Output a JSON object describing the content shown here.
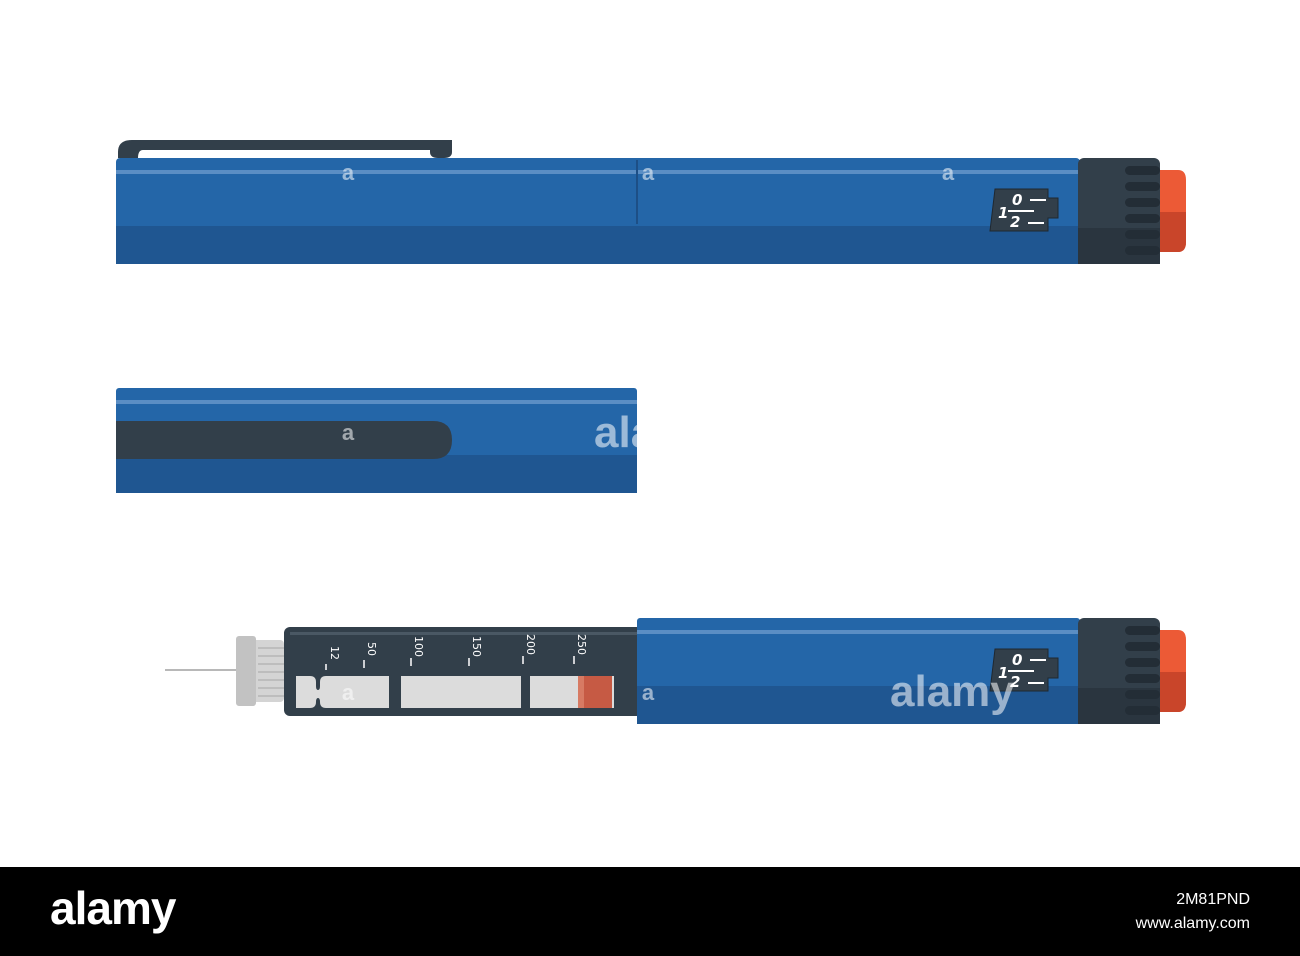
{
  "colors": {
    "pen_blue": "#2466a8",
    "pen_blue_dark": "#1f5691",
    "pen_highlight": "#5b8ec4",
    "dark_gray": "#323f4a",
    "orange": "#ec5a36",
    "orange_dark": "#c9452a",
    "silver": "#d0d0d0",
    "scale_bar": "#dcdcdc",
    "plunger": "#c65a44"
  },
  "dial": {
    "top": "0",
    "left": "1",
    "bottom": "2"
  },
  "scale": {
    "labels": [
      "12",
      "50",
      "100",
      "150",
      "200",
      "250"
    ]
  },
  "watermark": {
    "glyph": "a",
    "word": "alamy",
    "partial": "ala"
  },
  "footer": {
    "logo": "alamy",
    "image_id": "2M81PND",
    "url": "www.alamy.com"
  },
  "icons": {
    "pen": "insulin-pen-icon",
    "needle": "needle-icon"
  }
}
